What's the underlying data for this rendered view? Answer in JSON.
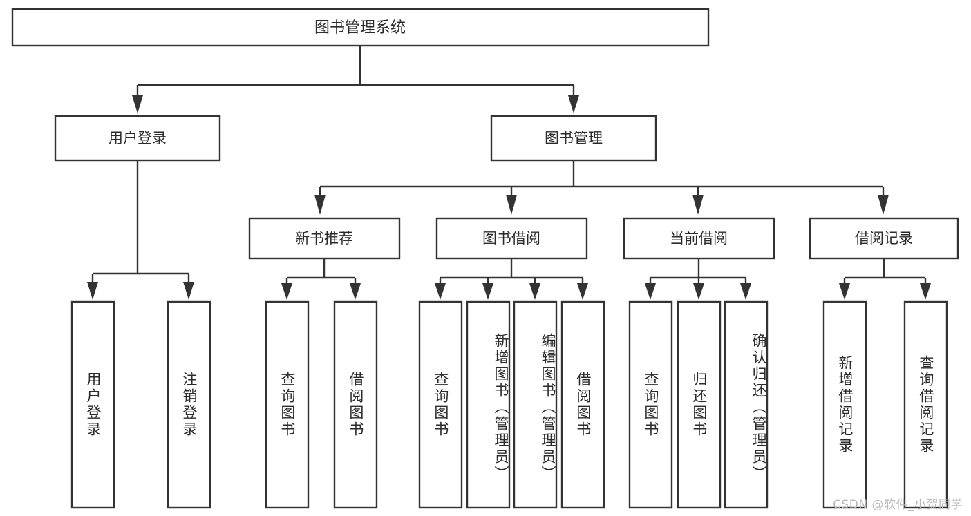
{
  "diagram": {
    "type": "tree-hierarchy",
    "title": "图书管理系统",
    "orientation": "top-down",
    "colors": {
      "box_stroke": "#333333",
      "box_fill": "#ffffff",
      "text": "#2b2b2b",
      "background": "#ffffff",
      "watermark": "#b9b9b9"
    },
    "root": {
      "id": "root",
      "label": "图书管理系统"
    },
    "level2": [
      {
        "id": "user-login",
        "label": "用户登录"
      },
      {
        "id": "book-manage",
        "label": "图书管理"
      }
    ],
    "level3": [
      {
        "id": "new-book-recommend",
        "label": "新书推荐",
        "parent": "book-manage"
      },
      {
        "id": "book-borrow",
        "label": "图书借阅",
        "parent": "book-manage"
      },
      {
        "id": "current-borrow",
        "label": "当前借阅",
        "parent": "book-manage"
      },
      {
        "id": "borrow-record",
        "label": "借阅记录",
        "parent": "book-manage"
      }
    ],
    "leaves": [
      {
        "id": "leaf-user-login",
        "label": "用户登录",
        "parent": "user-login"
      },
      {
        "id": "leaf-logout",
        "label": "注销登录",
        "parent": "user-login"
      },
      {
        "id": "leaf-query-book-1",
        "label": "查询图书",
        "parent": "new-book-recommend"
      },
      {
        "id": "leaf-borrow-book-1",
        "label": "借阅图书",
        "parent": "new-book-recommend"
      },
      {
        "id": "leaf-query-book-2",
        "label": "查询图书",
        "parent": "book-borrow"
      },
      {
        "id": "leaf-add-book",
        "label": "新增图书（管理员）",
        "parent": "book-borrow"
      },
      {
        "id": "leaf-edit-book",
        "label": "编辑图书（管理员）",
        "parent": "book-borrow"
      },
      {
        "id": "leaf-borrow-book-2",
        "label": "借阅图书",
        "parent": "book-borrow"
      },
      {
        "id": "leaf-query-book-3",
        "label": "查询图书",
        "parent": "current-borrow"
      },
      {
        "id": "leaf-return-book",
        "label": "归还图书",
        "parent": "current-borrow"
      },
      {
        "id": "leaf-confirm-return",
        "label": "确认归还（管理员）",
        "parent": "current-borrow"
      },
      {
        "id": "leaf-add-record",
        "label": "新增借阅记录",
        "parent": "borrow-record"
      },
      {
        "id": "leaf-query-record",
        "label": "查询借阅记录",
        "parent": "borrow-record"
      }
    ],
    "watermark": "CSDN @软件_小贺同学"
  }
}
